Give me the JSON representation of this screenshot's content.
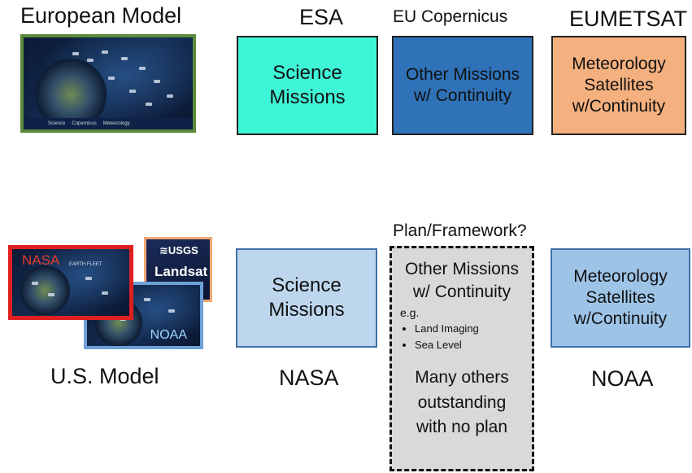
{
  "top": {
    "title": "European Model",
    "columns": [
      {
        "header": "ESA",
        "lines": [
          "Science",
          "Missions"
        ],
        "color": "#3ff5d8"
      },
      {
        "header": "EU Copernicus",
        "lines": [
          "Other Missions",
          "w/ Continuity"
        ],
        "color": "#2f72b8"
      },
      {
        "header": "EUMETSAT",
        "lines": [
          "Meteorology",
          "Satellites",
          "w/Continuity"
        ],
        "color": "#f4b07e"
      }
    ],
    "thumbnail_legend": [
      "Science",
      "Copernicus",
      "Meteorology"
    ]
  },
  "bottom": {
    "title": "U.S. Model",
    "plan_label": "Plan/Framework?",
    "columns": [
      {
        "footer": "NASA",
        "lines": [
          "Science",
          "Missions"
        ],
        "color": "#bdd6ee"
      },
      {
        "lines": [
          "Other Missions",
          "w/ Continuity"
        ],
        "eg": "e.g.",
        "bullets": [
          "Land Imaging",
          "Sea Level"
        ],
        "outstanding": [
          "Many others",
          "outstanding",
          "with no plan"
        ],
        "color": "#d9d9d9"
      },
      {
        "footer": "NOAA",
        "lines": [
          "Meteorology",
          "Satellites",
          "w/Continuity"
        ],
        "color": "#9dc3e6"
      }
    ],
    "thumbnails": {
      "nasa_label": "NASA",
      "nasa_caption": "EARTH FLEET",
      "noaa_label": "NOAA",
      "usgs_logo": "≋USGS",
      "landsat_label": "Landsat"
    }
  },
  "colors": {
    "european_frame": "#5a8a3a",
    "nasa_frame": "#e02020",
    "noaa_frame": "#6fa0d8",
    "usgs_frame": "#f2a774",
    "nasa_text": "#e33b2e"
  }
}
